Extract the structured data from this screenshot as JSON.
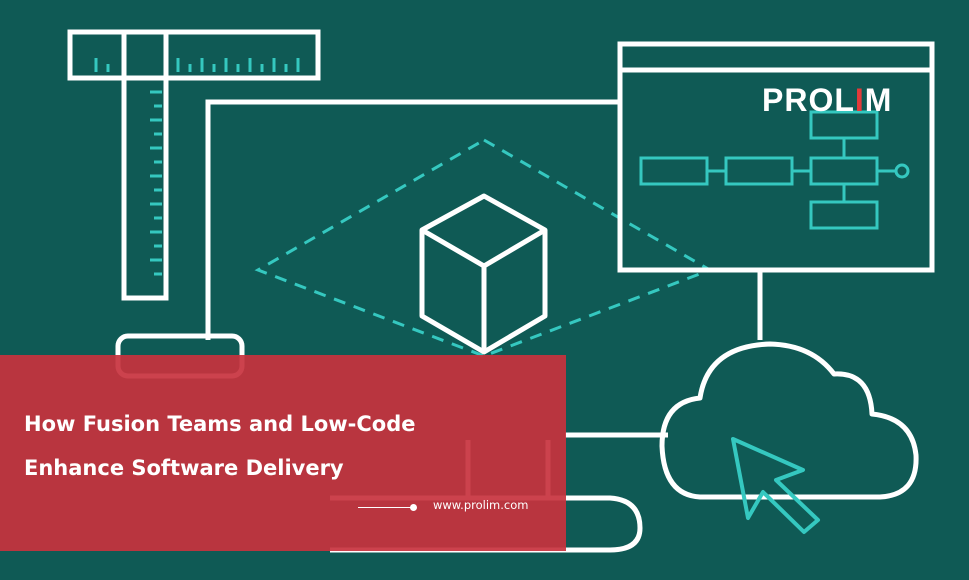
{
  "brand": {
    "logo_text_left": "PROL",
    "logo_text_accent": "I",
    "logo_text_right": "M"
  },
  "banner": {
    "headline_line1": "How Fusion Teams and Low-Code",
    "headline_line2": "Enhance Software Delivery",
    "url": "www.prolim.com"
  },
  "colors": {
    "background": "#0f5a55",
    "banner": "#c8323e",
    "line": "#ffffff",
    "accent_lines": "#35c8c0",
    "logo_accent": "#e23a3a"
  },
  "icons": [
    "t-square-ruler-icon",
    "cube-icon",
    "flowchart-window-icon",
    "cloud-icon",
    "cursor-arrow-icon",
    "monitor-icon",
    "document-stack-icon"
  ]
}
